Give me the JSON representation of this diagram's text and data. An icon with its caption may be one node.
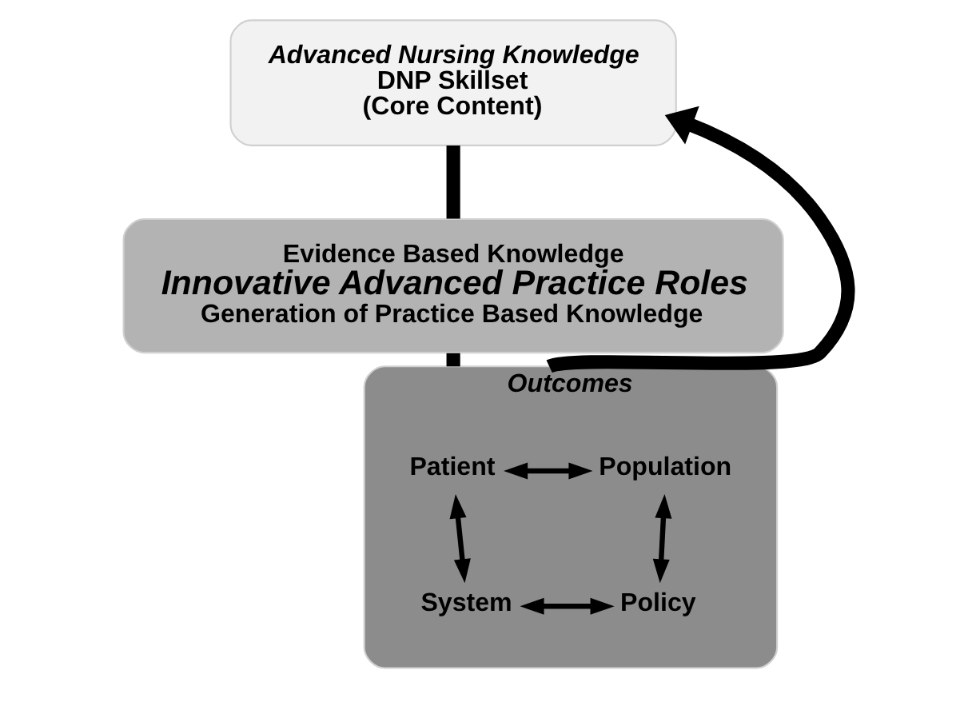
{
  "diagram": {
    "nodes": [
      {
        "text": [
          "Advanced Nursing Knowledge",
          "DNP Skillset",
          "(Core Content)"
        ]
      },
      {
        "text": [
          "Outcomes"
        ]
      },
      {
        "text": [
          "Patient"
        ],
        "in": 1
      },
      {
        "text": [
          "Population"
        ],
        "in": 1
      },
      {
        "text": [
          "System"
        ],
        "in": 1
      },
      {
        "text": [
          "Policy"
        ],
        "in": 1
      },
      {
        "text": [
          "Evidence Based Knowledge",
          "Innovative Advanced Practice Roles",
          "Generation of Practice Based Knowledge"
        ]
      }
    ],
    "edges": [
      {
        "from": 2,
        "to": 3,
        "arrow": "both"
      },
      {
        "from": 2,
        "to": 4,
        "arrow": "both"
      },
      {
        "from": 3,
        "to": 5,
        "arrow": "both"
      },
      {
        "from": 4,
        "to": 5,
        "arrow": "both"
      },
      {
        "from": 0,
        "to": 6,
        "arrow": "none",
        "style": "thick"
      },
      {
        "from": 6,
        "to": 1,
        "arrow": "none",
        "style": "thick"
      },
      {
        "from": 1,
        "to": 0,
        "arrow": "to",
        "style": "thick"
      }
    ]
  }
}
